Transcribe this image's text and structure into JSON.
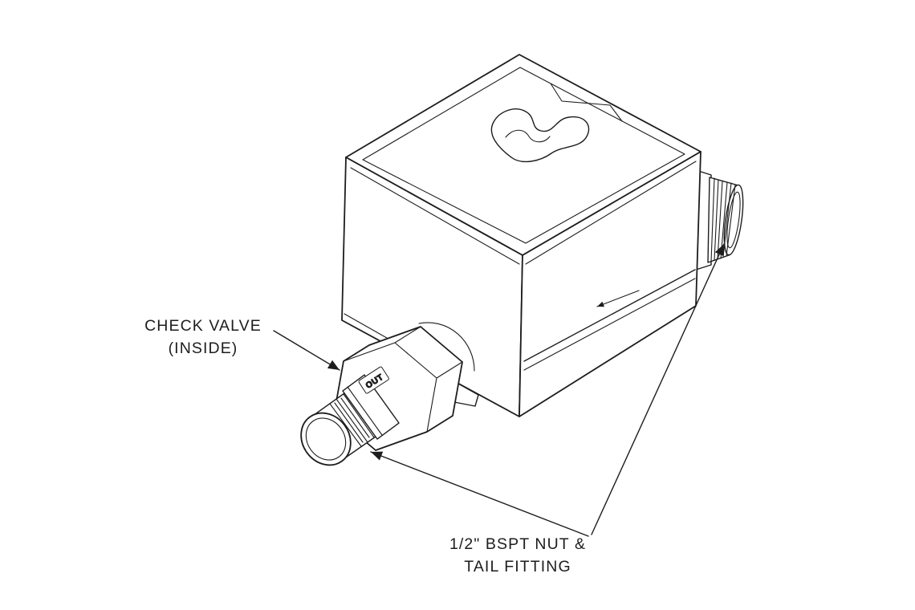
{
  "figure": {
    "type": "technical-line-drawing",
    "description": "Isometric line drawing of a valve body with threaded inlet fitting, hex nut and threaded tail fitting",
    "colors": {
      "line": "#1d1d1d",
      "background": "#ffffff"
    },
    "labels": {
      "check_valve": {
        "line1": "CHECK VALVE",
        "line2": "(INSIDE)"
      },
      "bspt": {
        "line1": "1/2\" BSPT NUT &",
        "line2": "TAIL FITTING"
      },
      "out_marking": "OUT"
    }
  }
}
